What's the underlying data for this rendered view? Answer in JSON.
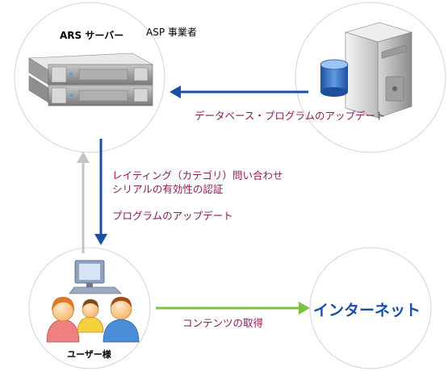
{
  "nodes": {
    "ars_server": {
      "title": "ARS サーバー"
    },
    "asp_provider": {
      "label": "ASP 事業者"
    },
    "users": {
      "title": "ユーザー様"
    },
    "internet": {
      "title": "インターネット"
    }
  },
  "edges": {
    "db_update": {
      "label": "データベース・プログラムのアップデート"
    },
    "user_requests": {
      "line1": "レイティング（カテゴリ）問い合わせ",
      "line2": "シリアルの有効性の認証"
    },
    "program_update": {
      "label": "プログラムのアップデート"
    },
    "content_fetch": {
      "label": "コンテンツの取得"
    }
  },
  "colors": {
    "blue_arrow": "#1a4ea8",
    "gray_arrow": "#c4c4c4",
    "green_arrow": "#7cc241",
    "edge_text": "#8b1a5a",
    "internet_text": "#1a4ea8",
    "circle_stroke": "#d4d4d4"
  }
}
